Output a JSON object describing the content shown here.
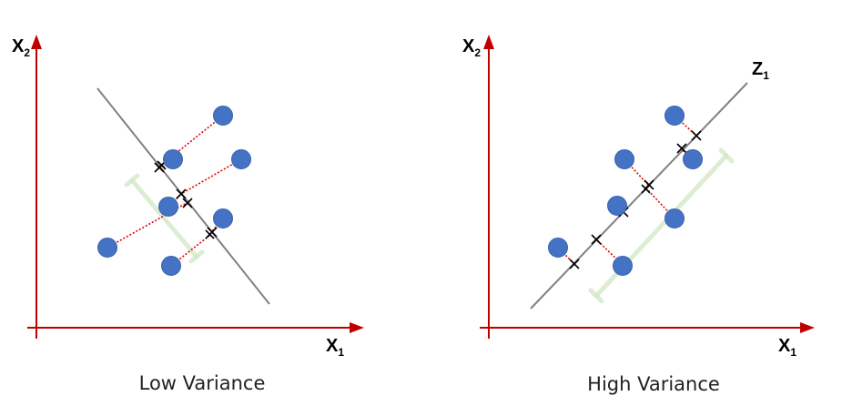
{
  "left_panel": {
    "x_label": "X",
    "x_sub": "1",
    "y_label": "X",
    "y_sub": "2",
    "caption": "Low Variance"
  },
  "right_panel": {
    "x_label": "X",
    "x_sub": "1",
    "y_label": "X",
    "y_sub": "2",
    "line_label": "Z",
    "line_sub": "1",
    "caption": "High Variance"
  },
  "colors": {
    "axis": "#c00000",
    "point": "#4472c4",
    "projection": "#e00000",
    "fit_line": "#808080",
    "spread_bar": "#d4e8c8"
  }
}
